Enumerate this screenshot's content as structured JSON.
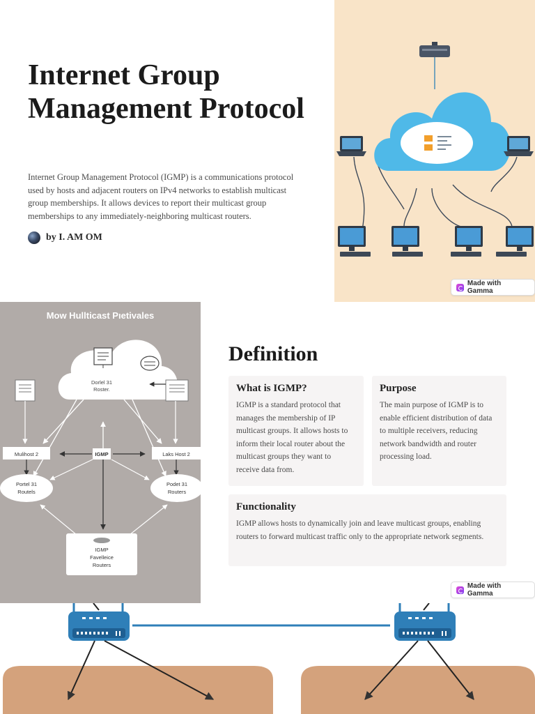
{
  "slide1": {
    "title": "Internet Group Management Protocol",
    "description": "Internet Group Management Protocol (IGMP) is a communications protocol used by hosts and adjacent routers on IPv4 networks to establish multicast group memberships. It allows devices to report their multicast group memberships to any immediately-neighboring multicast routers.",
    "author": "by I. AM OM",
    "badge": "Made with Gamma"
  },
  "slide2": {
    "diagram": {
      "title": "Mow Hullticast Pıetivales",
      "cloud_label": "Dorlel 31 Roster.",
      "igmp_label": "IGMP",
      "left_host": "Mulihost 2",
      "right_host": "Laks Host 2",
      "left_router": "Portel 31 Routels",
      "right_router": "Podet 31 Routers",
      "bottom_box": "IGMP Favelleice Routers"
    },
    "title": "Definition",
    "cards": {
      "what": {
        "title": "What is IGMP?",
        "body": "IGMP is a standard protocol that manages the membership of IP multicast groups. It allows hosts to inform their local router about the multicast groups they want to receive data from."
      },
      "purpose": {
        "title": "Purpose",
        "body": "The main purpose of IGMP is to enable efficient distribution of data to multiple receivers, reducing network bandwidth and router processing load."
      },
      "functionality": {
        "title": "Functionality",
        "body": "IGMP allows hosts to dynamically join and leave multicast groups, enabling routers to forward multicast traffic only to the appropriate network segments."
      }
    },
    "badge": "Made with Gamma"
  },
  "colors": {
    "hero_background": "#f9e4c8",
    "cloud": "#4fb9e8",
    "diagram_background": "#b1aba8",
    "card_background": "#f6f4f4",
    "router_blue": "#2f7fb8",
    "ground": "#d4a27c"
  }
}
